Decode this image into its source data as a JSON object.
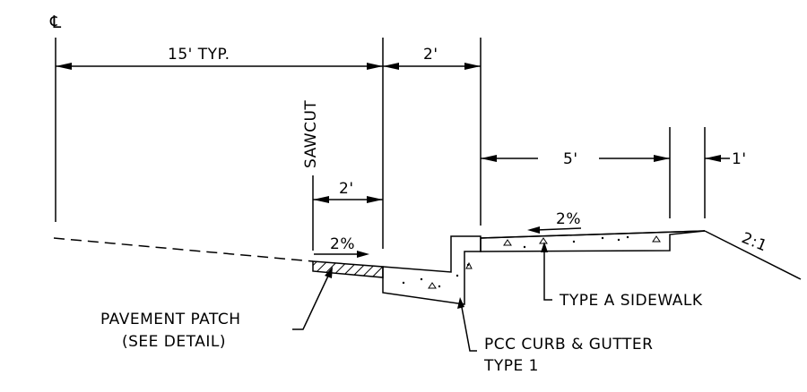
{
  "labels": {
    "centerline": "℄",
    "dim_15_typ": "15' TYP.",
    "dim_2_top": "2'",
    "dim_5": "5'",
    "dim_1": "1'",
    "dim_2_sawcut": "2'",
    "sawcut": "SAWCUT",
    "slope_pavement": "2%",
    "slope_sidewalk": "2%",
    "side_slope": "2:1",
    "type_a_sidewalk": "TYPE A SIDEWALK",
    "pavement_patch_1": "PAVEMENT PATCH",
    "pavement_patch_2": "(SEE DETAIL)",
    "pcc_curb_1": "PCC CURB & GUTTER",
    "pcc_curb_2": "TYPE 1"
  }
}
